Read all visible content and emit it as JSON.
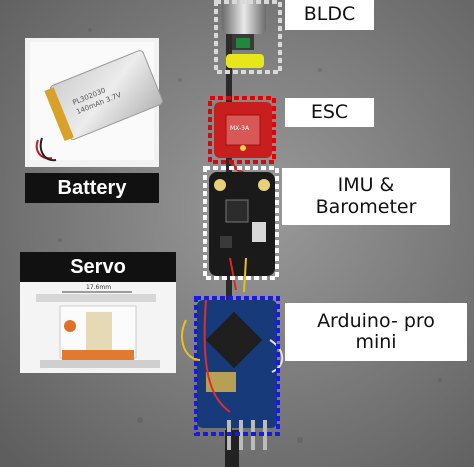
{
  "labels": {
    "bldc": "BLDC",
    "esc": "ESC",
    "imu": "IMU &\nBarometer",
    "arduino": "Arduino- pro\nmini",
    "battery": "Battery",
    "servo": "Servo"
  },
  "battery_print": "PL302030\n140mAh 3.7V",
  "servo_dim": "17.6mm",
  "esc_print": "MX-3A",
  "colors": {
    "bldc_box": "#d9d9d9",
    "esc_box": "#e00000",
    "imu_box": "#ffffff",
    "arduino_box": "#1a1ae6",
    "label_dark_bg": "#111111"
  }
}
